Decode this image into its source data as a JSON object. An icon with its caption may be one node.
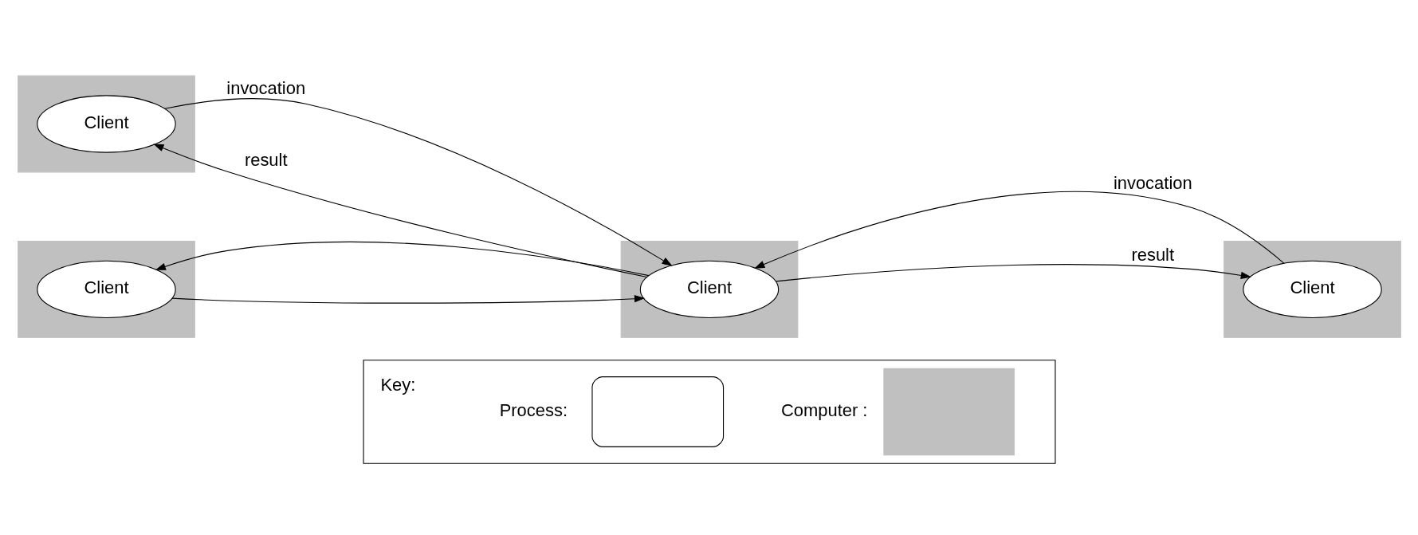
{
  "diagram": {
    "nodes": [
      {
        "text": [],
        "shape": "box"
      },
      {
        "text": [
          "Client"
        ],
        "in": 0
      },
      {
        "text": [],
        "shape": "box"
      },
      {
        "text": [
          "Client"
        ],
        "in": 2
      },
      {
        "text": [],
        "shape": "box"
      },
      {
        "text": [
          "Client"
        ],
        "in": 4
      },
      {
        "text": [],
        "shape": "box"
      },
      {
        "text": [
          "Client"
        ],
        "in": 6
      }
    ],
    "edges": [
      {
        "from": 1,
        "to": 5,
        "arrow": "to",
        "label": "invocation"
      },
      {
        "from": 5,
        "to": 1,
        "arrow": "to",
        "label": "result"
      },
      {
        "from": 3,
        "to": 5,
        "arrow": "to",
        "label": "invocation"
      },
      {
        "from": 5,
        "to": 3,
        "arrow": "to",
        "label": "result"
      },
      {
        "from": 7,
        "to": 5,
        "arrow": "to"
      },
      {
        "from": 5,
        "to": 7,
        "arrow": "to"
      }
    ],
    "labels": [
      "Key:"
    ],
    "legend": [
      {
        "text": "Process:"
      },
      {
        "text": "Computer :",
        "color": "#c0c0c0"
      }
    ]
  }
}
